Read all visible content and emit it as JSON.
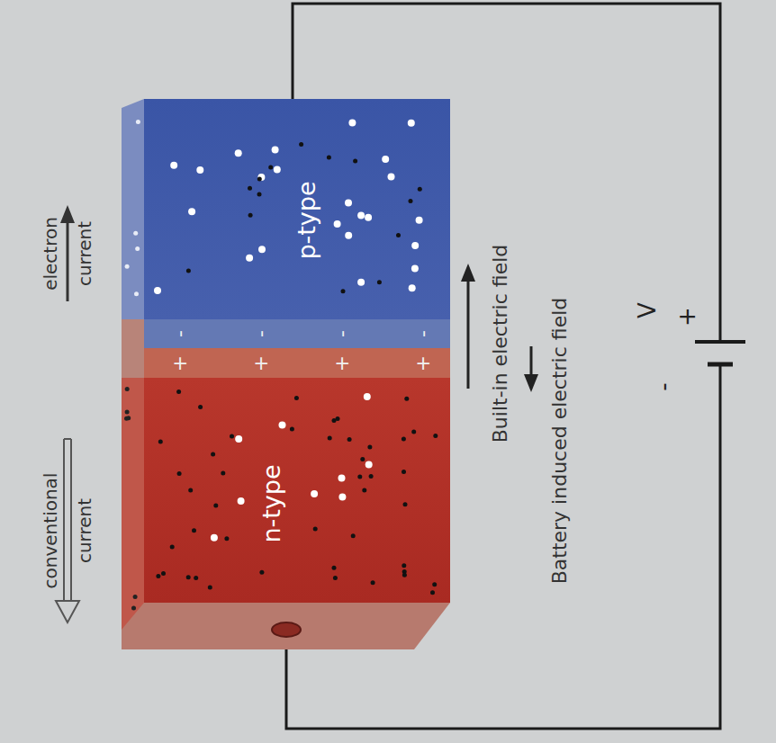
{
  "diagram": {
    "nodes": [
      {
        "text": [
          "p-type"
        ]
      },
      {
        "text": [
          "n-type"
        ]
      }
    ],
    "labels": [
      "electron current",
      "conventional current",
      "-",
      "-",
      "-",
      "-",
      "+",
      "+",
      "+",
      "+",
      "Built-in electric field",
      "Battery induced electric field",
      "V",
      "+",
      "-"
    ]
  }
}
